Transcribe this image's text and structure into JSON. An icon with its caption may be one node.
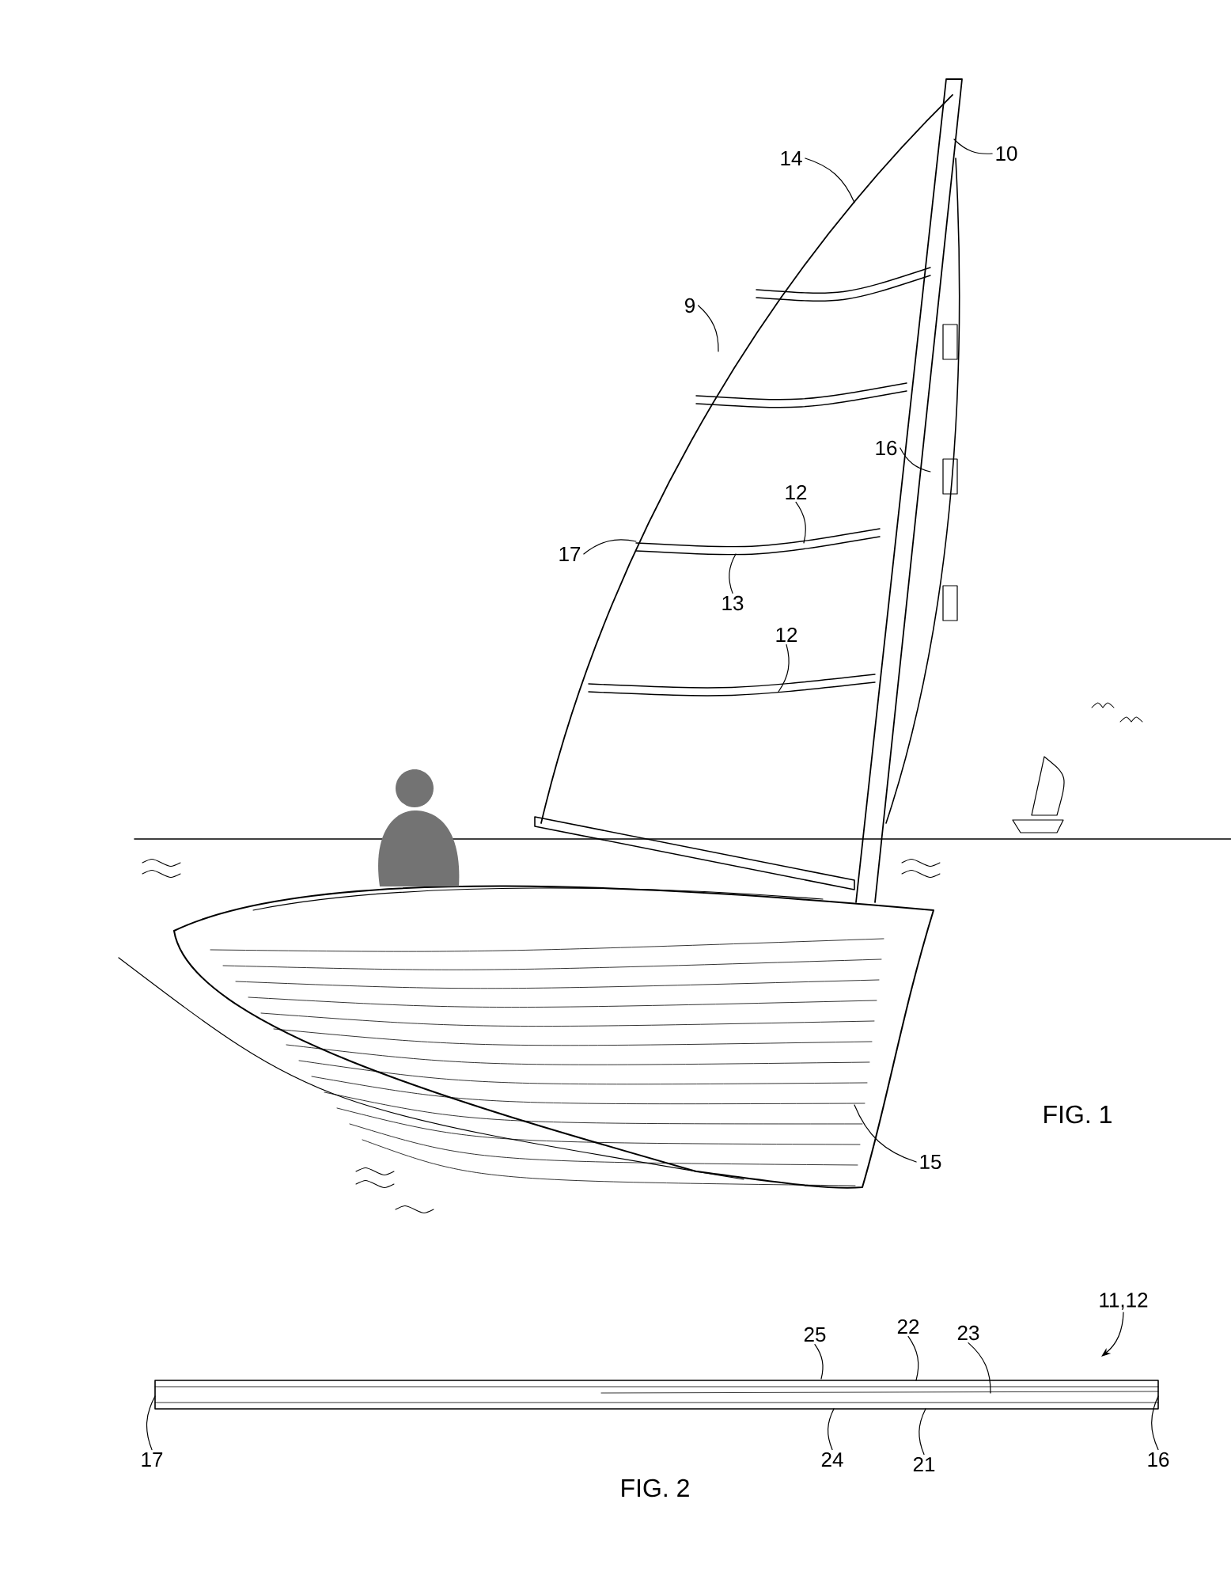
{
  "diagram": {
    "nodes": [
      {
        "text": [
          "10"
        ]
      },
      {
        "text": [
          "14"
        ]
      },
      {
        "text": [
          "9"
        ]
      },
      {
        "text": [
          "16"
        ]
      },
      {
        "text": [
          "12"
        ]
      },
      {
        "text": [
          "17"
        ]
      },
      {
        "text": [
          "13"
        ]
      },
      {
        "text": [
          "12"
        ]
      },
      {
        "text": [
          "15"
        ]
      },
      {
        "text": [
          "11,12"
        ]
      },
      {
        "text": [
          "25"
        ]
      },
      {
        "text": [
          "22"
        ]
      },
      {
        "text": [
          "23"
        ]
      },
      {
        "text": [
          "24"
        ]
      },
      {
        "text": [
          "21"
        ]
      },
      {
        "text": [
          "17"
        ]
      },
      {
        "text": [
          "16"
        ]
      },
      {
        "text": [],
        "shape": "bar"
      }
    ],
    "edges": [
      {
        "from": 0,
        "to": null,
        "arrow": "none"
      },
      {
        "from": 1,
        "to": null,
        "arrow": "none"
      },
      {
        "from": 2,
        "to": null,
        "arrow": "none"
      },
      {
        "from": 3,
        "to": null,
        "arrow": "none"
      },
      {
        "from": 4,
        "to": null,
        "arrow": "none"
      },
      {
        "from": 5,
        "to": null,
        "arrow": "none"
      },
      {
        "from": 6,
        "to": null,
        "arrow": "none"
      },
      {
        "from": 7,
        "to": null,
        "arrow": "none"
      },
      {
        "from": 8,
        "to": null,
        "arrow": "none"
      },
      {
        "from": 9,
        "to": 17,
        "arrow": "to"
      },
      {
        "from": 10,
        "to": 17,
        "arrow": "none"
      },
      {
        "from": 11,
        "to": 17,
        "arrow": "none"
      },
      {
        "from": 12,
        "to": 17,
        "arrow": "none"
      },
      {
        "from": 13,
        "to": 17,
        "arrow": "none"
      },
      {
        "from": 14,
        "to": 17,
        "arrow": "none"
      },
      {
        "from": 15,
        "to": 17,
        "arrow": "none"
      },
      {
        "from": 16,
        "to": 17,
        "arrow": "none"
      }
    ],
    "labels": [
      "FIG. 1",
      "FIG. 2"
    ]
  }
}
